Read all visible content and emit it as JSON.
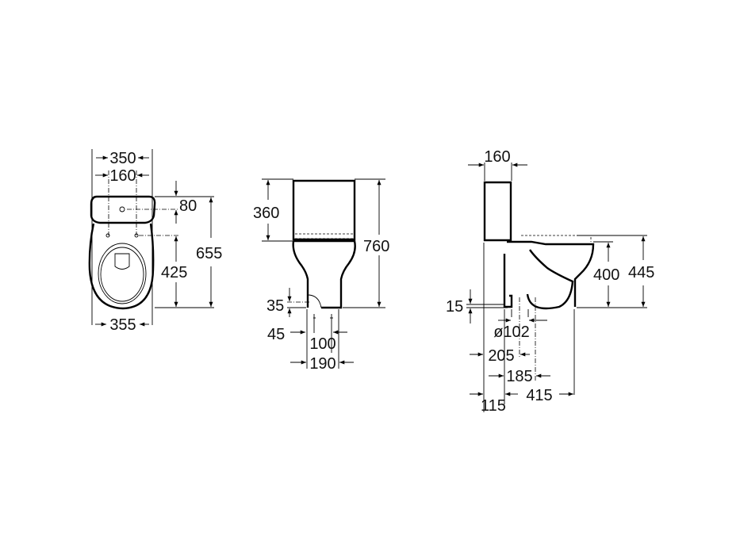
{
  "front_view": {
    "width_top": "350",
    "fixing_spacing": "160",
    "fixing_offset_top": "80",
    "total_depth": "655",
    "fixing_to_front": "425",
    "width_bottom": "355"
  },
  "side_front_view": {
    "cistern_height": "360",
    "total_height": "760",
    "inlet_height": "35",
    "inlet_offset": "45",
    "inlet_spacing": "100",
    "base_width": "190"
  },
  "side_view": {
    "cistern_depth": "160",
    "seat_height": "400",
    "rim_height": "445",
    "outlet_height": "15",
    "outlet_diameter": "ø102",
    "outlet_centre_to_wall": "205",
    "fixing_to_wall": "185",
    "base_length": "415",
    "wall_gap": "115"
  }
}
